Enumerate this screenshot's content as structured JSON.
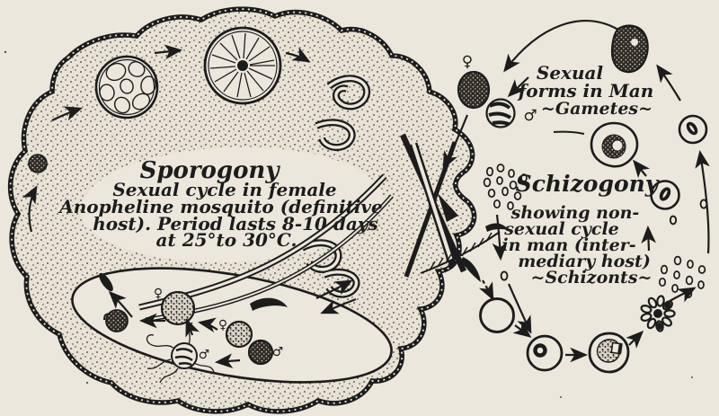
{
  "palette": {
    "paper": "#ebe7dc",
    "ink": "#1c1c1c"
  },
  "mosquito_cycle": {
    "title": "Sporogony",
    "caption_lines": [
      "Sexual cycle in female",
      "Anopheline mosquito (definitive",
      "host). Period lasts 8-10 days",
      "at 25°to 30°C."
    ]
  },
  "human_cycle": {
    "gametes_label_lines": [
      "Sexual",
      "forms in Man",
      "~Gametes~"
    ],
    "title": "Schizogony",
    "caption_lines": [
      "showing non-",
      "sexual cycle",
      "in man (inter-",
      "mediary host)",
      "~Schizonts~"
    ]
  },
  "symbols": {
    "female": "♀",
    "male": "♂"
  }
}
